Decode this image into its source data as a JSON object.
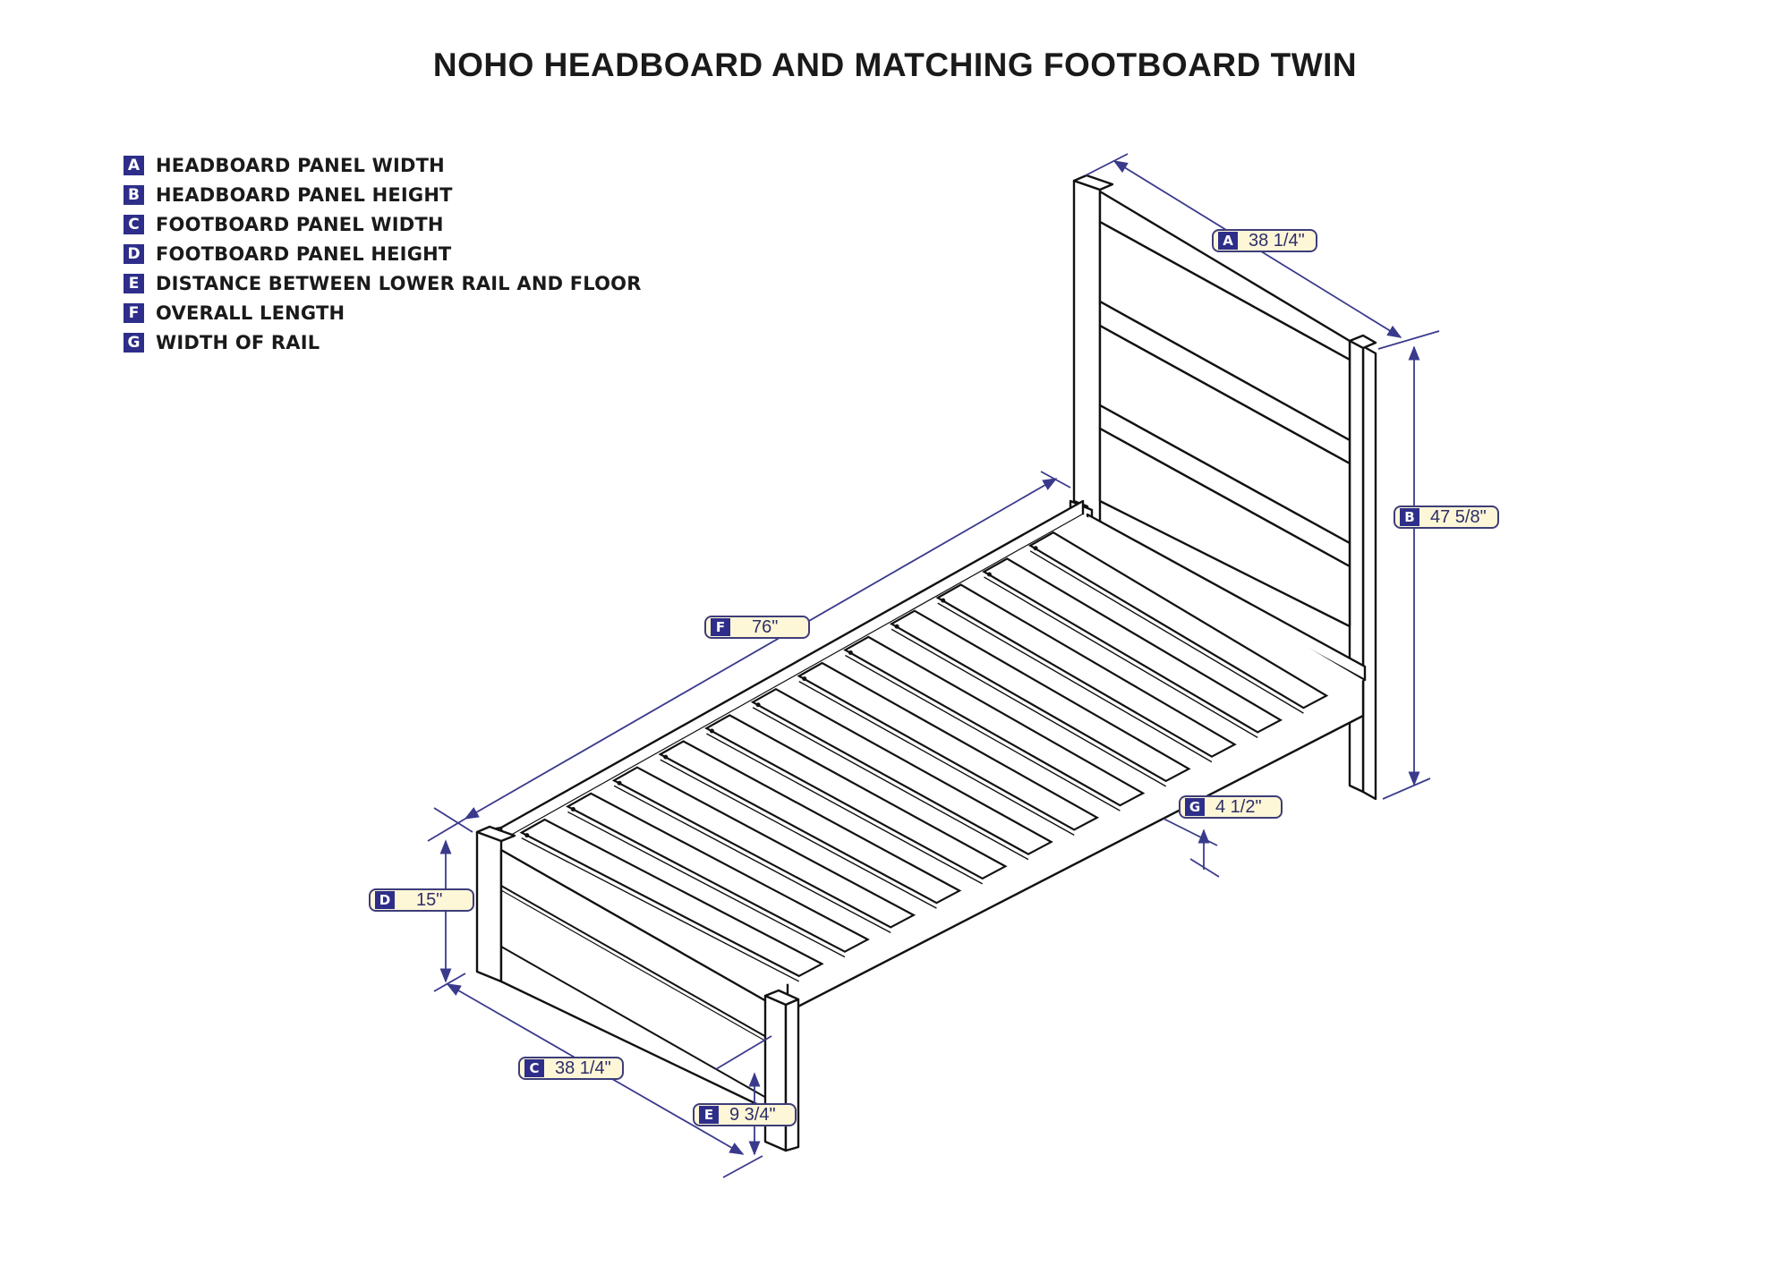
{
  "title": "NOHO HEADBOARD AND MATCHING FOOTBOARD TWIN",
  "colors": {
    "badge": "#2e2e8a",
    "label_fill": "#fdf7d7",
    "dimension_line": "#3a3a8c",
    "drawing_line": "#111111"
  },
  "legend": [
    {
      "letter": "A",
      "text": "HEADBOARD PANEL WIDTH"
    },
    {
      "letter": "B",
      "text": "HEADBOARD PANEL HEIGHT"
    },
    {
      "letter": "C",
      "text": "FOOTBOARD PANEL WIDTH"
    },
    {
      "letter": "D",
      "text": "FOOTBOARD PANEL HEIGHT"
    },
    {
      "letter": "E",
      "text": "DISTANCE BETWEEN LOWER RAIL AND FLOOR"
    },
    {
      "letter": "F",
      "text": "OVERALL LENGTH"
    },
    {
      "letter": "G",
      "text": "WIDTH OF RAIL"
    }
  ],
  "dimensions": {
    "A": {
      "letter": "A",
      "value": "38 1/4\""
    },
    "B": {
      "letter": "B",
      "value": "47 5/8\""
    },
    "C": {
      "letter": "C",
      "value": "38 1/4\""
    },
    "D": {
      "letter": "D",
      "value": "15\""
    },
    "E": {
      "letter": "E",
      "value": "9 3/4\""
    },
    "F": {
      "letter": "F",
      "value": "76\""
    },
    "G": {
      "letter": "G",
      "value": "4 1/2\""
    }
  },
  "slat_count": 12
}
